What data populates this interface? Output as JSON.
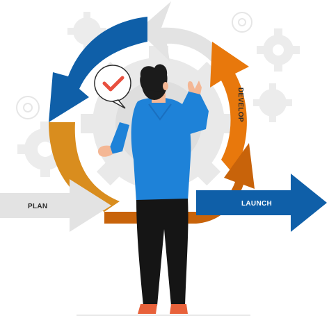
{
  "labels": {
    "plan": "PLAN",
    "develop": "DEVELOP",
    "launch": "LAUNCH"
  },
  "icons": {
    "badge": "checkmark-icon"
  },
  "colors": {
    "blue": "#0f5fa8",
    "orange": "#e8780c",
    "gold": "#d98d1e",
    "gray_arrow": "#e3e3e3",
    "gear": "#e9e9e9",
    "gear_center": "#dcdcdc",
    "shirt": "#1e82d8",
    "pants": "#151515",
    "hair": "#1b1b1b",
    "skin": "#f4b795",
    "check": "#e8503f"
  }
}
